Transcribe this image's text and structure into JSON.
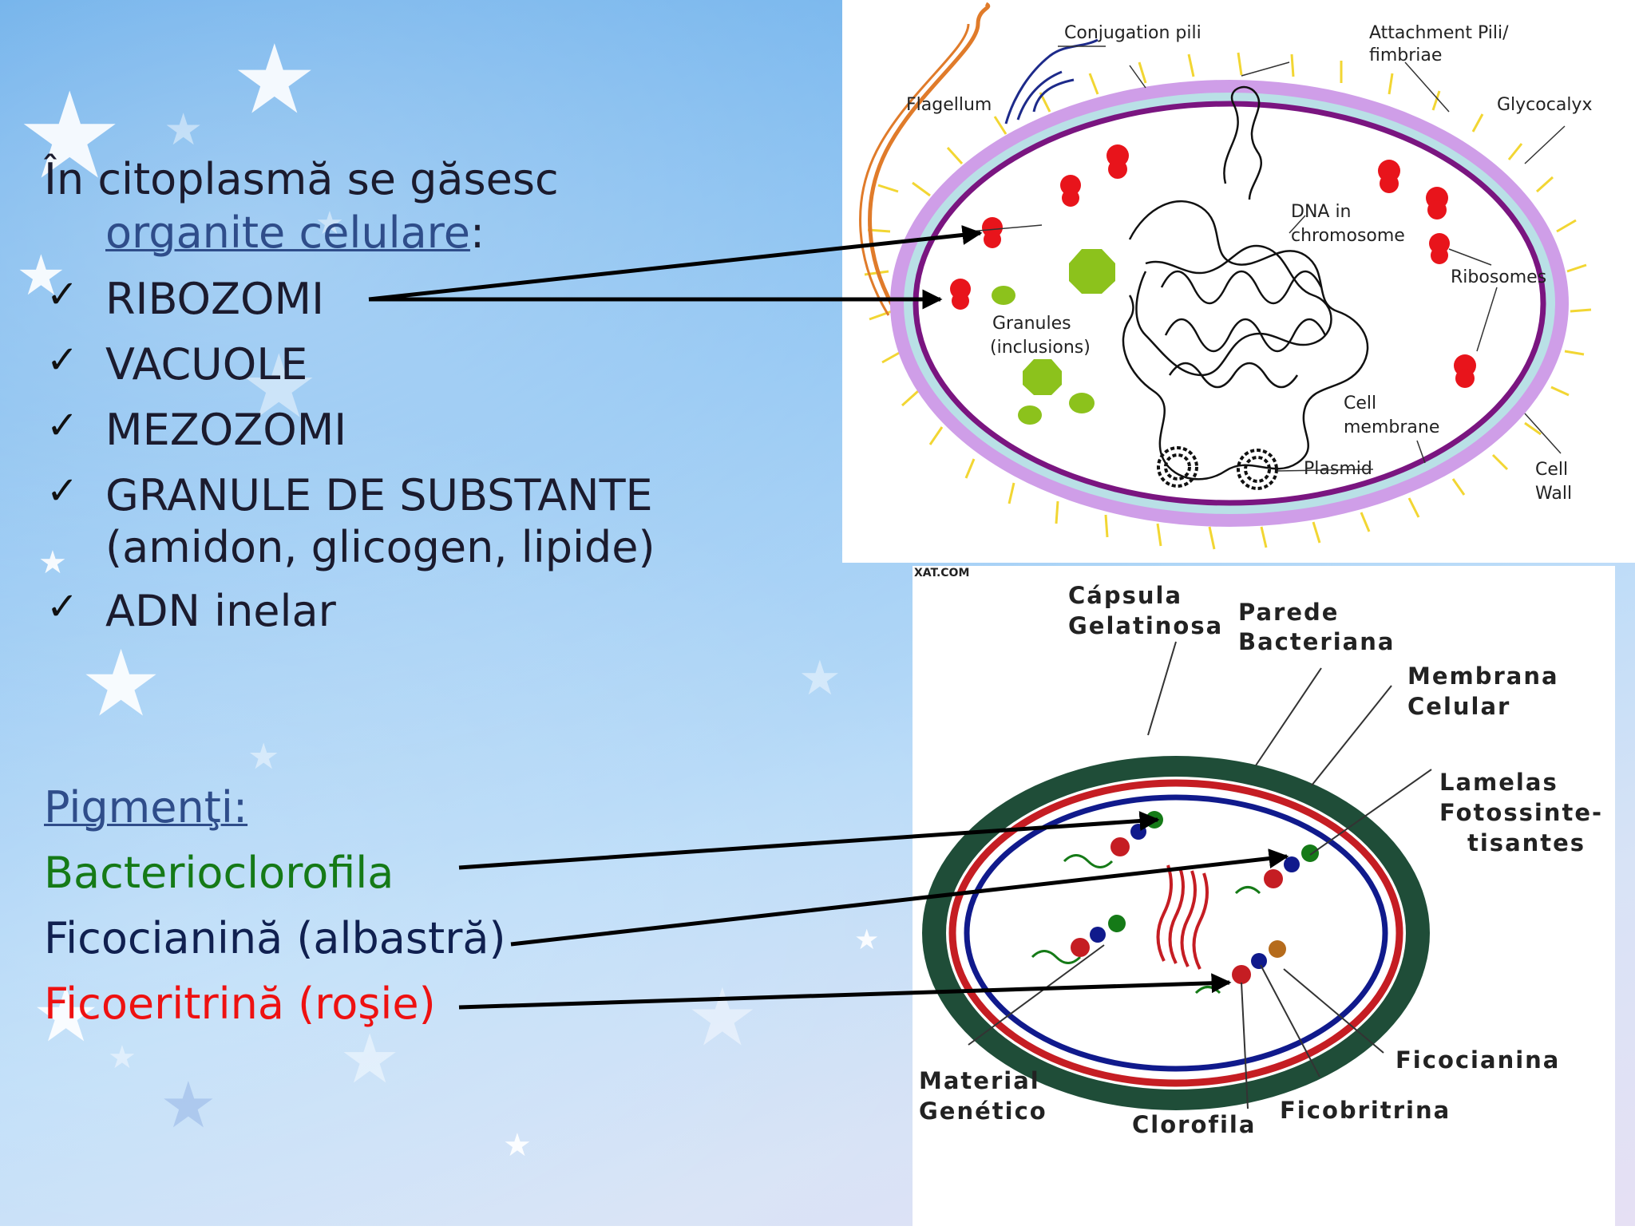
{
  "left_text": {
    "intro_line1": "În citoplasmă se găsesc",
    "intro_link": "organite celulare",
    "intro_colon": ":",
    "items": [
      "RIBOZOMI",
      "VACUOLE",
      "MEZOZOMI",
      "GRANULE DE SUBSTANTE",
      "(amidon, glicogen, lipide)",
      "ADN inelar"
    ],
    "check_glyph": "✓",
    "pigments_heading": "Pigmenţi:",
    "pigments": [
      "Bacterioclorofila",
      "Ficocianină (albastră)",
      "Ficoeritrină (roşie)"
    ]
  },
  "diagram1": {
    "labels": {
      "conjugation_pili": "Conjugation pili",
      "attachment_line1": "Attachment Pili/",
      "attachment_line2": "fimbriae",
      "flagellum": "Flagellum",
      "glycocalyx": "Glycocalyx",
      "dna_line1": "DNA in",
      "dna_line2": "chromosome",
      "ribosomes": "Ribosomes",
      "granules_line1": "Granules",
      "granules_line2": "(inclusions)",
      "cell_membrane_line1": "Cell",
      "cell_membrane_line2": "membrane",
      "plasmid": "Plasmid",
      "cell_wall_line1": "Cell",
      "cell_wall_line2": "Wall"
    }
  },
  "diagram2": {
    "watermark": "XAT.COM",
    "labels": {
      "capsula_line1": "Cápsula",
      "capsula_line2": "Gelatinosa",
      "parede_line1": "Parede",
      "parede_line2": "Bacteriana",
      "membrana_line1": "Membrana",
      "membrana_line2": "Celular",
      "lamelas_line1": "Lamelas",
      "lamelas_line2": "Fotossinte-",
      "lamelas_line3": "tisantes",
      "ficocianina": "Ficocianina",
      "ficobritrina": "Ficobritrina",
      "clorofila": "Clorofila",
      "material_line1": "Material",
      "material_line2": "Genético"
    }
  },
  "colors": {
    "ribosome": "#e8141b",
    "granule": "#8cc21c",
    "wall_purple": "#cf9ee8",
    "membrane_purple": "#7a1580",
    "capsule_green": "#1f4d38",
    "wall_red": "#c51d23",
    "membrane_blue": "#101a8c",
    "pigment_green": "#157a17",
    "pigment_red": "#ee1111"
  }
}
